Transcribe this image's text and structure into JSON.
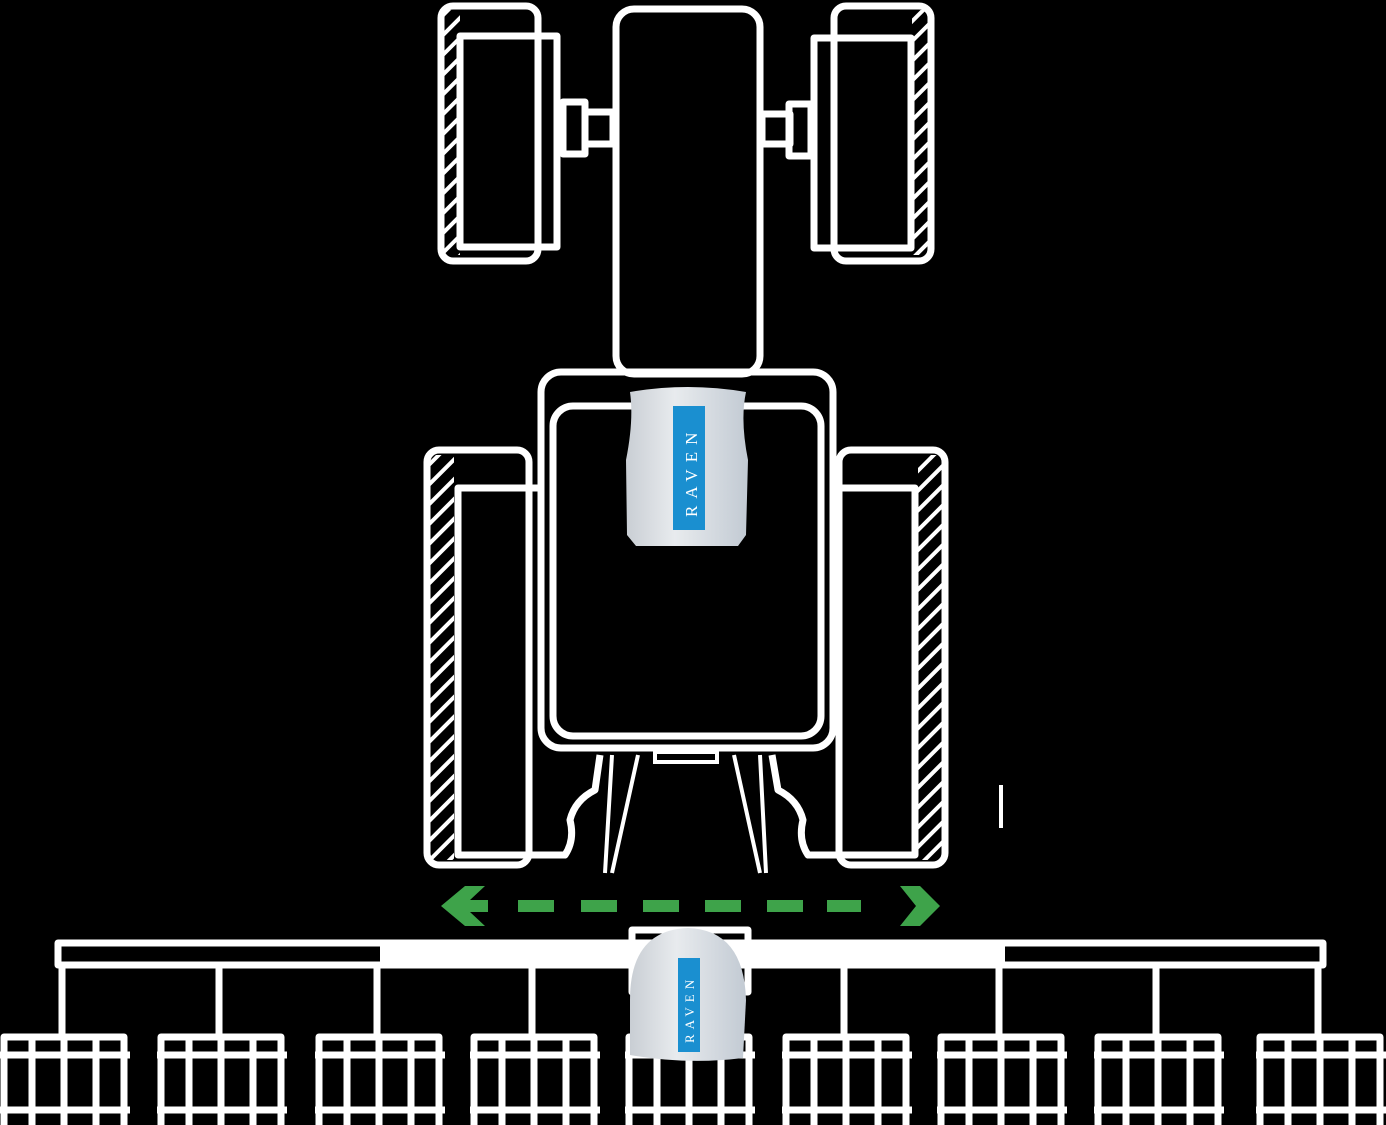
{
  "diagram": {
    "subject": "tractor-with-implement-top-view",
    "receivers": [
      {
        "brand": "RAVEN",
        "mount": "tractor-cab"
      },
      {
        "brand": "RAVEN",
        "mount": "implement"
      }
    ],
    "colors": {
      "background": "#000000",
      "outline": "#ffffff",
      "arrow": "#3ea34a",
      "logo": "#1a8fd0",
      "receiver": "#dfe4ea"
    },
    "arrow": {
      "direction": "left-right"
    },
    "row_units": 9
  }
}
